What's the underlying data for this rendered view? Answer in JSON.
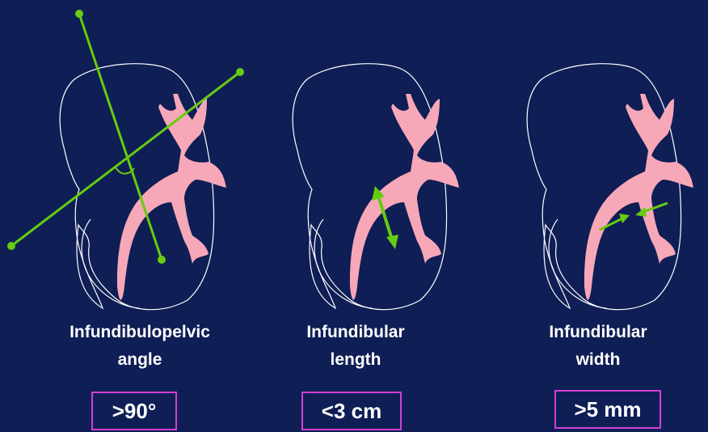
{
  "colors": {
    "background": "#0f1e55",
    "collecting_system": "#f7a8b8",
    "measurement": "#66cc11",
    "box_border": "#d43fd4",
    "outline": "#ffffff"
  },
  "panels": [
    {
      "caption_line1": "Infundibulopelvic",
      "caption_line2": "angle",
      "value": ">90°",
      "measurement_type": "angle-lines"
    },
    {
      "caption_line1": "Infundibular",
      "caption_line2": "length",
      "value": "<3 cm",
      "measurement_type": "double-arrow"
    },
    {
      "caption_line1": "Infundibular",
      "caption_line2": "width",
      "value": ">5 mm",
      "measurement_type": "opposing-arrows"
    }
  ]
}
